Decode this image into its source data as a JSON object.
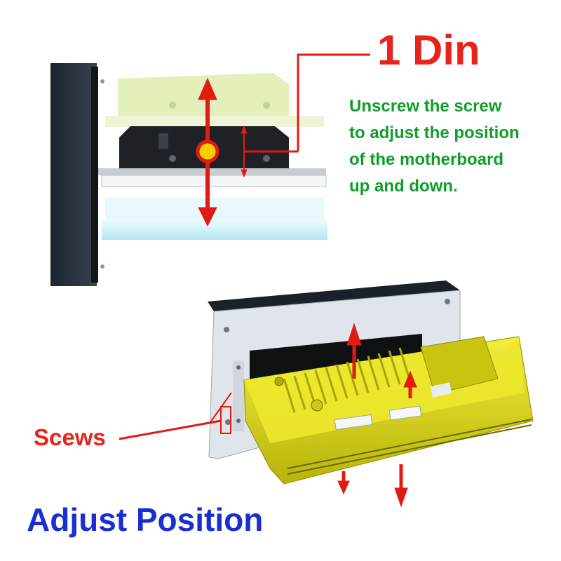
{
  "header": {
    "title": "1 Din"
  },
  "instructions": {
    "lines": [
      "Unscrew the screw",
      "to adjust the position",
      "of the motherboard",
      "up and down."
    ]
  },
  "callouts": {
    "screws_label": "Scews"
  },
  "footer": {
    "caption": "Adjust Position"
  },
  "colors": {
    "title_red": "#e8231c",
    "instruction_green": "#0f9d2a",
    "caption_blue": "#1a2fd1",
    "board_yellow": "#d6d10c",
    "board_ghost": "#c9e08a"
  }
}
